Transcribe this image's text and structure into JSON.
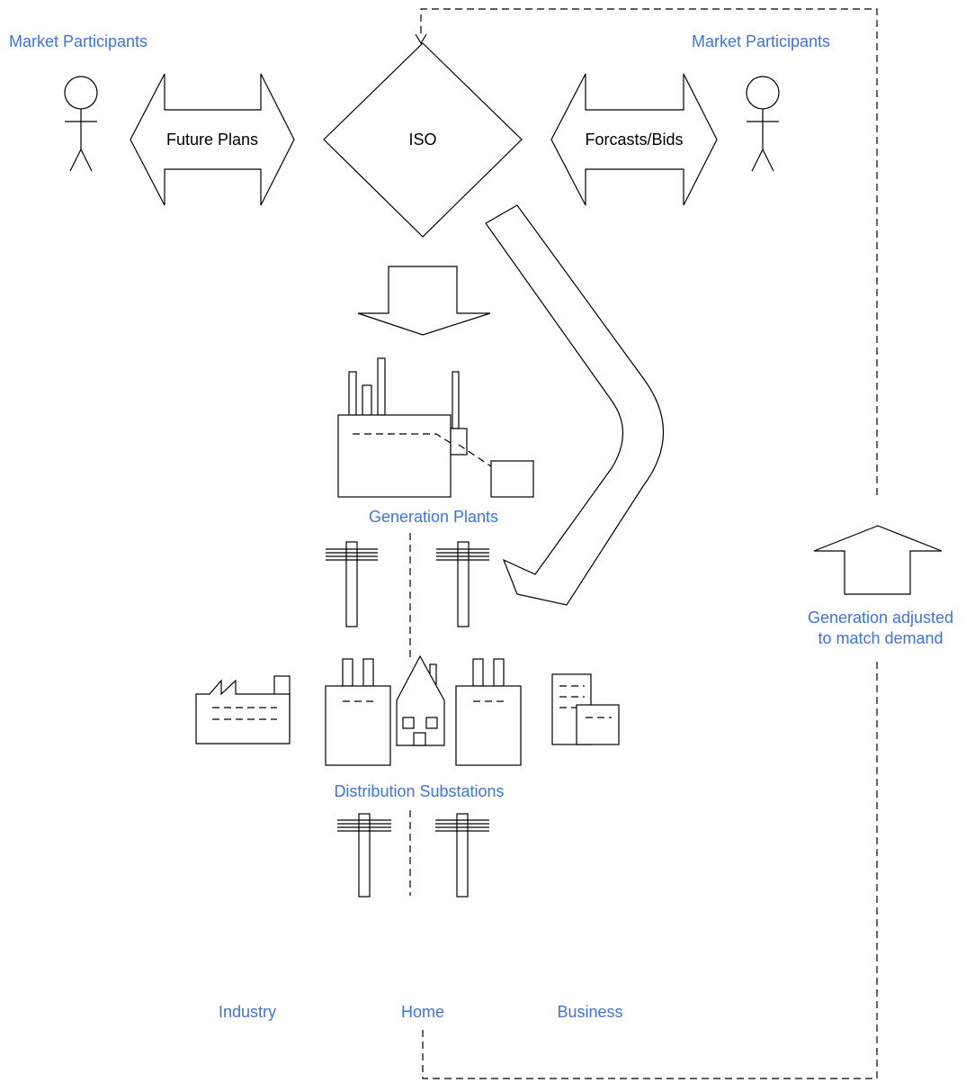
{
  "colors": {
    "label": "#3f73e0",
    "text": "#000000",
    "stroke": "#000000"
  },
  "labels": {
    "market_participants_left": "Market Participants",
    "market_participants_right": "Market Participants",
    "future_plans": "Future Plans",
    "iso": "ISO",
    "forecasts_bids": "Forcasts/Bids",
    "generation_plants": "Generation Plants",
    "distribution_substations": "Distribution Substations",
    "generation_adjusted_line1": "Generation adjusted",
    "generation_adjusted_line2": "to match demand",
    "industry": "Industry",
    "home": "Home",
    "business": "Business"
  },
  "icons": [
    "actor-icon",
    "power-plant-icon",
    "utility-pole-icon",
    "substation-icon",
    "factory-icon",
    "house-icon",
    "office-building-icon"
  ]
}
